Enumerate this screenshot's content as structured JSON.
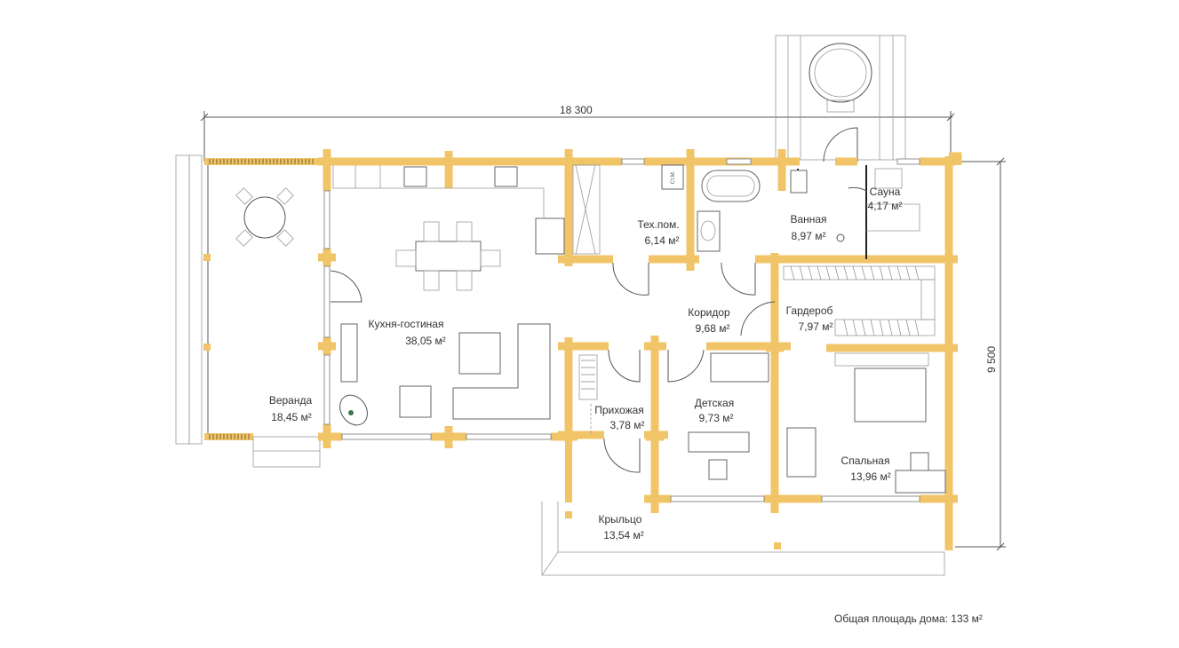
{
  "dimensions": {
    "width": "18 300",
    "height": "9 500"
  },
  "rooms": {
    "veranda": {
      "name": "Веранда",
      "area": "18,45 м²"
    },
    "kitchen": {
      "name": "Кухня-гостиная",
      "area": "38,05 м²"
    },
    "tech": {
      "name": "Тех.пом.",
      "area": "6,14 м²"
    },
    "bath": {
      "name": "Ванная",
      "area": "8,97 м²"
    },
    "sauna": {
      "name": "Сауна",
      "area": "4,17 м²"
    },
    "corridor": {
      "name": "Коридор",
      "area": "9,68 м²"
    },
    "wardrobe": {
      "name": "Гардероб",
      "area": "7,97 м²"
    },
    "hall": {
      "name": "Прихожая",
      "area": "3,78 м²"
    },
    "kids": {
      "name": "Детская",
      "area": "9,73 м²"
    },
    "bedroom": {
      "name": "Спальная",
      "area": "13,96 м²"
    },
    "porch": {
      "name": "Крыльцо",
      "area": "13,54 м²"
    }
  },
  "washer_label": "Ст.М.",
  "total_area": "Общая площадь дома: 133 м²",
  "colors": {
    "wall": "#f0c467"
  }
}
